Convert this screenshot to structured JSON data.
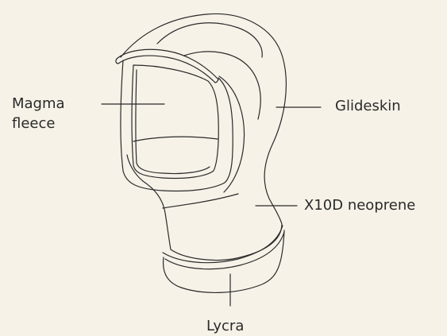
{
  "colors": {
    "background": "#f7f2e8",
    "line": "#2a2a2a"
  },
  "labels": {
    "magma_line1": "Magma",
    "magma_line2": "fleece",
    "glideskin": "Glideskin",
    "x10d": "X10D neoprene",
    "lycra": "Lycra"
  }
}
